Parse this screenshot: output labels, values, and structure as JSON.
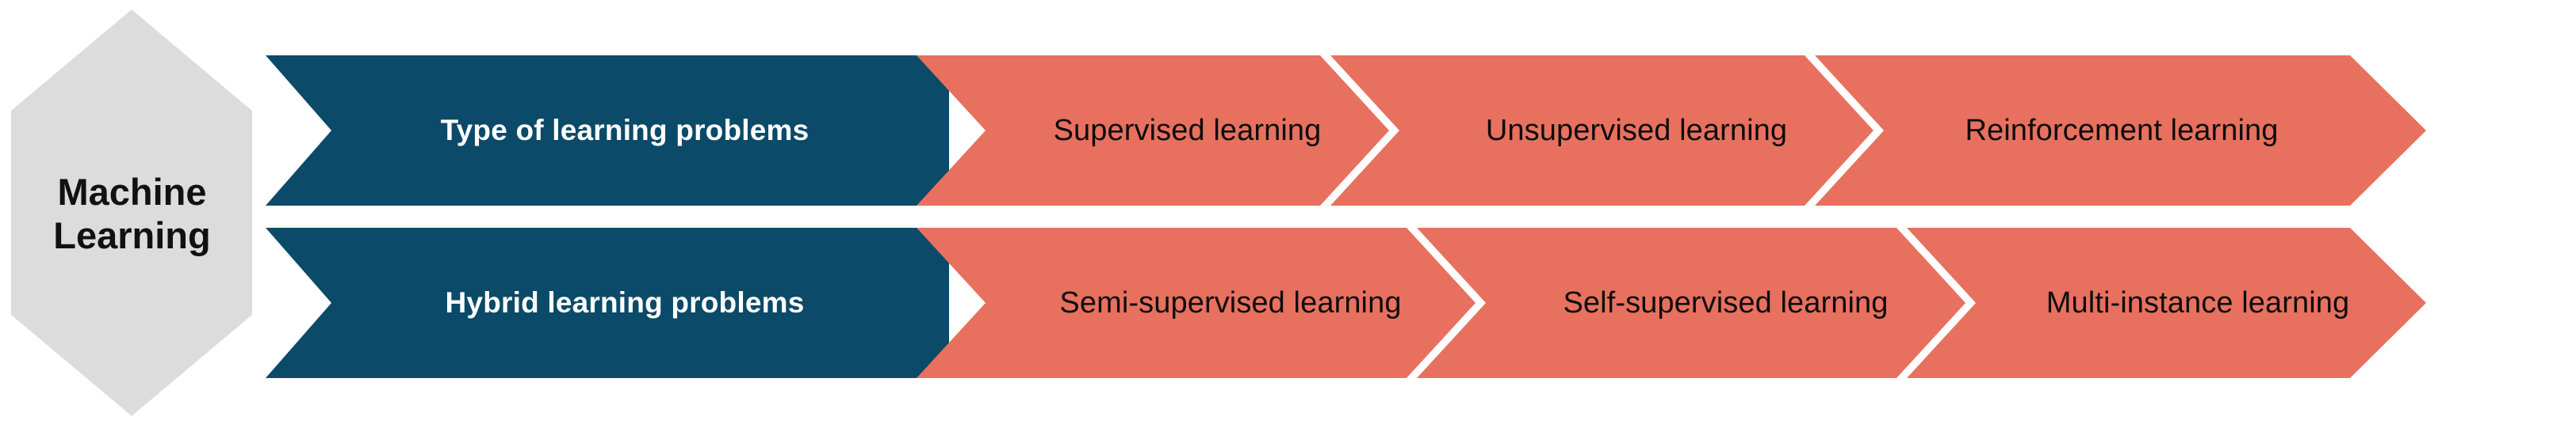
{
  "diagram": {
    "title": "Machine Learning taxonomy chevron diagram",
    "root": {
      "label_line1": "Machine",
      "label_line2": "Learning",
      "shape": "hexagon",
      "fill": "#dcdcdc",
      "text_color": "#111111"
    },
    "colors": {
      "category_fill": "#0b4a68",
      "item_fill": "#e8705f",
      "root_fill": "#dcdcdc",
      "divider": "#ffffff",
      "category_text": "#ffffff",
      "item_text": "#0d0d0d",
      "background": "#ffffff"
    },
    "rows": [
      {
        "category": "Type of learning problems",
        "items": [
          "Supervised learning",
          "Unsupervised learning",
          "Reinforcement learning"
        ]
      },
      {
        "category": "Hybrid learning problems",
        "items": [
          "Semi-supervised learning",
          "Self-supervised learning",
          "Multi-instance learning"
        ]
      }
    ]
  }
}
